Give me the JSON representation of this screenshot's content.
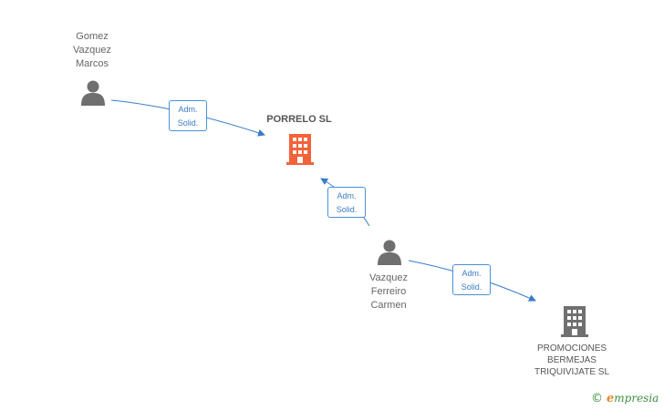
{
  "persons": [
    {
      "id": "gomez",
      "lines": [
        "Gomez",
        "Vazquez",
        "Marcos"
      ]
    },
    {
      "id": "vazquez",
      "lines": [
        "Vazquez",
        "Ferreiro",
        "Carmen"
      ]
    }
  ],
  "companies": [
    {
      "id": "porrelo",
      "name": "PORRELO SL",
      "color": "#f4623a"
    },
    {
      "id": "promociones",
      "lines": [
        "PROMOCIONES",
        "BERMEJAS",
        "TRIQUIVIJATE SL"
      ],
      "color": "#707070"
    }
  ],
  "relations": [
    {
      "lines": [
        "Adm.",
        "Solid."
      ]
    },
    {
      "lines": [
        "Adm.",
        "Solid."
      ]
    },
    {
      "lines": [
        "Adm.",
        "Solid."
      ]
    }
  ],
  "brand": {
    "copyright": "©",
    "initial": "e",
    "name": "mpresia"
  },
  "colors": {
    "edge": "#3a7cc8",
    "person": "#6f6f6f"
  }
}
